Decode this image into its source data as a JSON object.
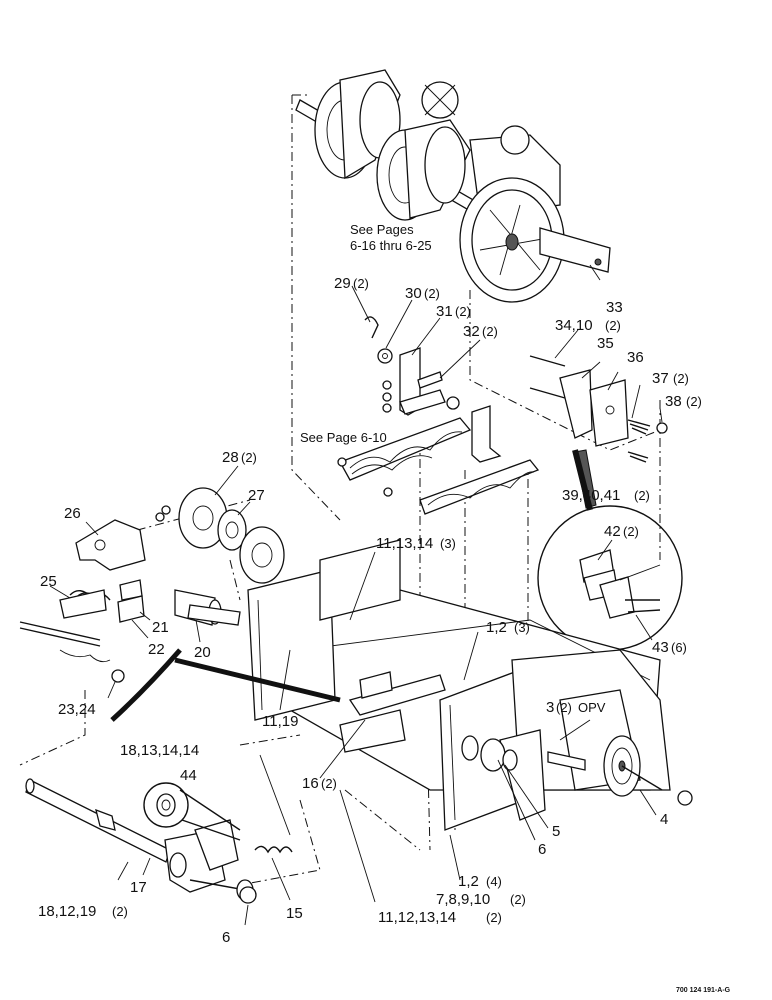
{
  "notes": {
    "see_pages_a": "See Pages",
    "see_pages_b": "6-16 thru 6-25",
    "see_page": "See Page 6-10"
  },
  "callouts": [
    "33",
    "34,10",
    "35",
    "36",
    "37",
    "38",
    "29",
    "30",
    "31",
    "32",
    "28",
    "27",
    "26",
    "25",
    "21",
    "22",
    "20",
    "23,24",
    "11,13,14",
    "1,2",
    "39,40,41",
    "42",
    "43",
    "3",
    "OPV",
    "11,19",
    "18,13,14,14",
    "44",
    "16",
    "5",
    "6",
    "4",
    "17",
    "18,12,19",
    "15",
    "6",
    "1,2",
    "7,8,9,10",
    "11,12,13,14"
  ],
  "qty": {
    "q29": "(2)",
    "q30": "(2)",
    "q31": "(2)",
    "q32": "(2)",
    "q34": "(2)",
    "q37": "(2)",
    "q38": "(2)",
    "q28": "(2)",
    "q11": "(3)",
    "q1": "(3)",
    "q39": "(2)",
    "q42": "(2)",
    "q43": "(6)",
    "q3": "(2)",
    "q16": "(2)",
    "q18b": "(2)",
    "q1b": "(4)",
    "q7": "(2)",
    "q11b": "(2)"
  },
  "doc_number": "700 124 191-A-G"
}
